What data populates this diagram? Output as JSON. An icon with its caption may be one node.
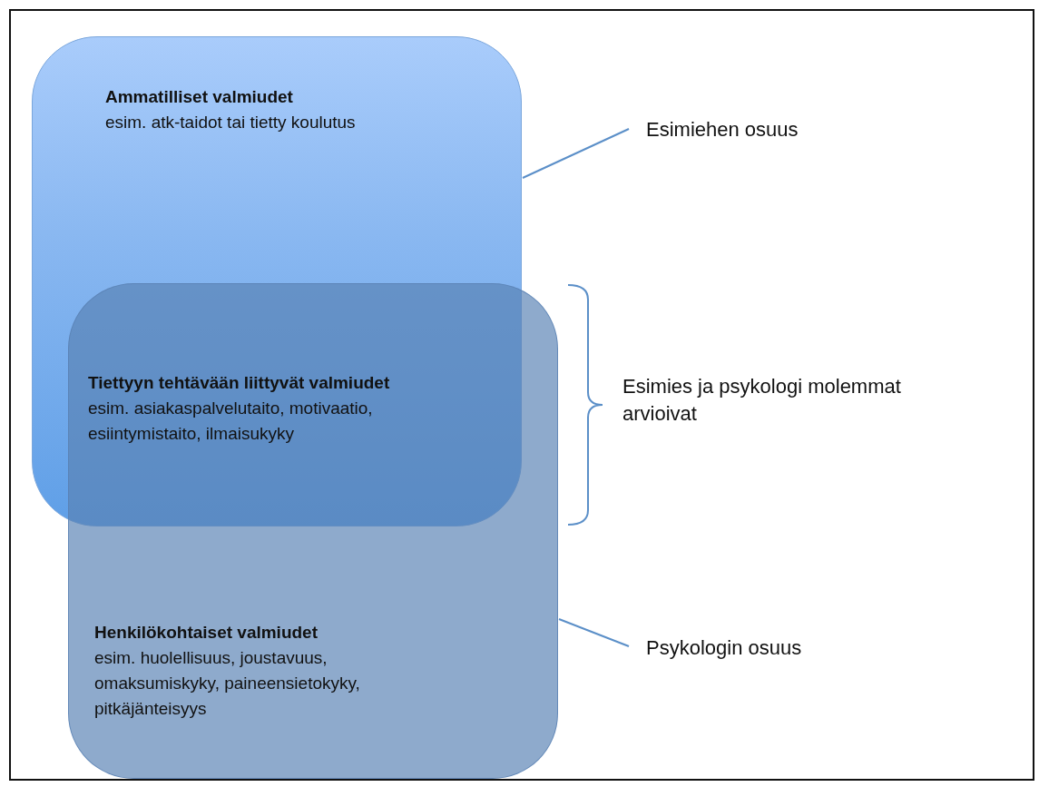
{
  "diagram": {
    "nodes": [
      {
        "text": [
          "Ammatilliset valmiudet",
          "esim. atk-taidot tai tietty koulutus"
        ]
      },
      {
        "text": [
          "Henkilökohtaiset valmiudet",
          "esim. huolellisuus, joustavuus, omaksumiskyky, paineensietokyky, pitkäjänteisyys"
        ]
      },
      {
        "text": [
          "Tiettyyn tehtävään liittyvät valmiudet",
          "esim. asiakaspalvelutaito, motivaatio, esiintymistaito, ilmaisukyky"
        ]
      },
      {
        "text": [
          "Esimiehen osuus"
        ]
      },
      {
        "text": [
          "Psykologin osuus"
        ]
      }
    ],
    "edges": [
      {
        "from": 3,
        "to": 0,
        "arrow": "none"
      },
      {
        "from": 4,
        "to": 1,
        "arrow": "none"
      }
    ],
    "labels": [
      "Esimies ja psykologi molemmat arvioivat"
    ]
  }
}
